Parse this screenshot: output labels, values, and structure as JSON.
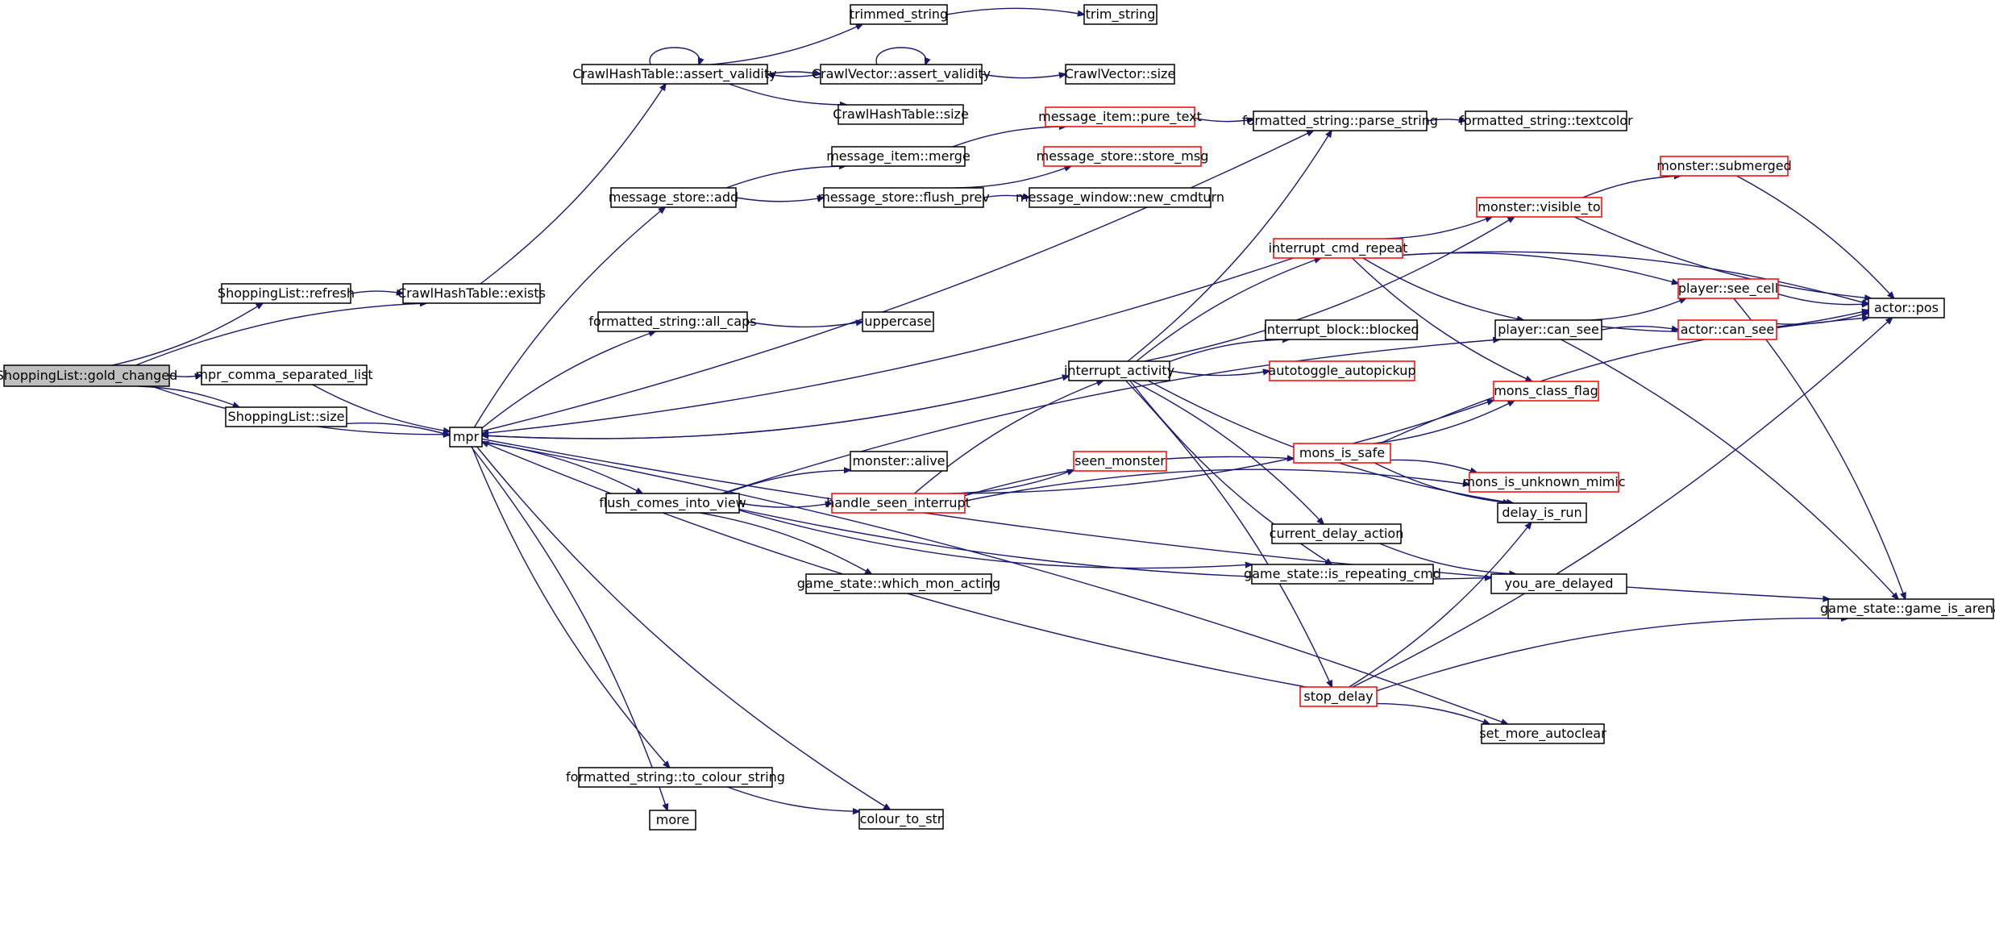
{
  "diagram": {
    "kind": "call-graph",
    "colors": {
      "edge": "#191970",
      "root_fill": "#bfbfbf",
      "border": "#000000",
      "warning_border": "#ff0000"
    },
    "nodes": [
      {
        "id": "gold_changed",
        "label": "ShoppingList::gold_changed",
        "style": "root"
      },
      {
        "id": "sl_refresh",
        "label": "ShoppingList::refresh",
        "style": "normal"
      },
      {
        "id": "mpr_csl",
        "label": "mpr_comma_separated_list",
        "style": "normal"
      },
      {
        "id": "sl_size",
        "label": "ShoppingList::size",
        "style": "normal"
      },
      {
        "id": "cht_exists",
        "label": "CrawlHashTable::exists",
        "style": "normal"
      },
      {
        "id": "mpr",
        "label": "mpr",
        "style": "normal"
      },
      {
        "id": "cht_assert",
        "label": "CrawlHashTable::assert_validity",
        "style": "normal"
      },
      {
        "id": "trimmed_string",
        "label": "trimmed_string",
        "style": "normal"
      },
      {
        "id": "trim_string",
        "label": "trim_string",
        "style": "normal"
      },
      {
        "id": "cv_assert",
        "label": "CrawlVector::assert_validity",
        "style": "normal"
      },
      {
        "id": "cv_size",
        "label": "CrawlVector::size",
        "style": "normal"
      },
      {
        "id": "cht_size",
        "label": "CrawlHashTable::size",
        "style": "normal"
      },
      {
        "id": "mi_pure_text",
        "label": "message_item::pure_text",
        "style": "red"
      },
      {
        "id": "fs_parse",
        "label": "formatted_string::parse_string",
        "style": "normal"
      },
      {
        "id": "fs_textcolor",
        "label": "formatted_string::textcolor",
        "style": "normal"
      },
      {
        "id": "mi_merge",
        "label": "message_item::merge",
        "style": "normal"
      },
      {
        "id": "ms_store_msg",
        "label": "message_store::store_msg",
        "style": "red"
      },
      {
        "id": "ms_add",
        "label": "message_store::add",
        "style": "normal"
      },
      {
        "id": "ms_flush_prev",
        "label": "message_store::flush_prev",
        "style": "normal"
      },
      {
        "id": "mw_new_cmdturn",
        "label": "message_window::new_cmdturn",
        "style": "normal"
      },
      {
        "id": "mon_submerged",
        "label": "monster::submerged",
        "style": "red"
      },
      {
        "id": "mon_visible_to",
        "label": "monster::visible_to",
        "style": "red"
      },
      {
        "id": "interrupt_cmd_repeat",
        "label": "interrupt_cmd_repeat",
        "style": "red"
      },
      {
        "id": "player_see_cell",
        "label": "player::see_cell",
        "style": "red"
      },
      {
        "id": "actor_pos",
        "label": "actor::pos",
        "style": "normal"
      },
      {
        "id": "fs_all_caps",
        "label": "formatted_string::all_caps",
        "style": "normal"
      },
      {
        "id": "uppercase",
        "label": "uppercase",
        "style": "normal"
      },
      {
        "id": "ib_blocked",
        "label": "interrupt_block::blocked",
        "style": "normal"
      },
      {
        "id": "player_can_see",
        "label": "player::can_see",
        "style": "normal"
      },
      {
        "id": "actor_can_see",
        "label": "actor::can_see",
        "style": "red"
      },
      {
        "id": "interrupt_activity",
        "label": "interrupt_activity",
        "style": "normal"
      },
      {
        "id": "autotoggle",
        "label": "autotoggle_autopickup",
        "style": "red"
      },
      {
        "id": "mons_class_flag",
        "label": "mons_class_flag",
        "style": "red"
      },
      {
        "id": "mon_alive",
        "label": "monster::alive",
        "style": "normal"
      },
      {
        "id": "mons_is_safe",
        "label": "mons_is_safe",
        "style": "red"
      },
      {
        "id": "seen_monster",
        "label": "seen_monster",
        "style": "red"
      },
      {
        "id": "mons_unknown_mimic",
        "label": "mons_is_unknown_mimic",
        "style": "red"
      },
      {
        "id": "flush_view",
        "label": "flush_comes_into_view",
        "style": "normal"
      },
      {
        "id": "handle_seen",
        "label": "handle_seen_interrupt",
        "style": "red"
      },
      {
        "id": "delay_is_run",
        "label": "delay_is_run",
        "style": "normal"
      },
      {
        "id": "current_delay",
        "label": "current_delay_action",
        "style": "normal"
      },
      {
        "id": "gs_which_mon",
        "label": "game_state::which_mon_acting",
        "style": "normal"
      },
      {
        "id": "gs_repeating",
        "label": "game_state::is_repeating_cmd",
        "style": "normal"
      },
      {
        "id": "you_are_delayed",
        "label": "you_are_delayed",
        "style": "normal"
      },
      {
        "id": "gs_arena",
        "label": "game_state::game_is_arena",
        "style": "normal"
      },
      {
        "id": "stop_delay",
        "label": "stop_delay",
        "style": "red"
      },
      {
        "id": "set_more",
        "label": "set_more_autoclear",
        "style": "normal"
      },
      {
        "id": "fs_colour",
        "label": "formatted_string::to_colour_string",
        "style": "normal"
      },
      {
        "id": "more",
        "label": "more",
        "style": "normal"
      },
      {
        "id": "colour_to_str",
        "label": "colour_to_str",
        "style": "normal"
      }
    ],
    "edges": [
      [
        "gold_changed",
        "sl_refresh"
      ],
      [
        "gold_changed",
        "cht_exists"
      ],
      [
        "gold_changed",
        "mpr_csl"
      ],
      [
        "gold_changed",
        "sl_size"
      ],
      [
        "gold_changed",
        "mpr"
      ],
      [
        "sl_refresh",
        "cht_exists"
      ],
      [
        "mpr_csl",
        "mpr"
      ],
      [
        "sl_size",
        "mpr"
      ],
      [
        "cht_exists",
        "cht_assert"
      ],
      [
        "cht_assert",
        "cht_assert"
      ],
      [
        "cht_assert",
        "trimmed_string"
      ],
      [
        "cht_assert",
        "cv_assert"
      ],
      [
        "cht_assert",
        "cht_size"
      ],
      [
        "trimmed_string",
        "trim_string"
      ],
      [
        "cv_assert",
        "cv_assert"
      ],
      [
        "cv_assert",
        "cht_assert"
      ],
      [
        "cv_assert",
        "cv_size"
      ],
      [
        "mpr",
        "ms_add"
      ],
      [
        "mpr",
        "fs_parse"
      ],
      [
        "mpr",
        "fs_all_caps"
      ],
      [
        "mpr",
        "interrupt_activity"
      ],
      [
        "mpr",
        "flush_view"
      ],
      [
        "mpr",
        "fs_colour"
      ],
      [
        "mpr",
        "more"
      ],
      [
        "mpr",
        "colour_to_str"
      ],
      [
        "mpr",
        "set_more"
      ],
      [
        "mpr",
        "gs_arena"
      ],
      [
        "ms_add",
        "mi_merge"
      ],
      [
        "ms_add",
        "ms_flush_prev"
      ],
      [
        "mi_merge",
        "mi_pure_text"
      ],
      [
        "mi_pure_text",
        "fs_parse"
      ],
      [
        "fs_parse",
        "fs_textcolor"
      ],
      [
        "ms_flush_prev",
        "ms_store_msg"
      ],
      [
        "ms_flush_prev",
        "mw_new_cmdturn"
      ],
      [
        "fs_all_caps",
        "uppercase"
      ],
      [
        "interrupt_activity",
        "mpr"
      ],
      [
        "interrupt_activity",
        "fs_parse"
      ],
      [
        "interrupt_activity",
        "interrupt_cmd_repeat"
      ],
      [
        "interrupt_activity",
        "mon_visible_to"
      ],
      [
        "interrupt_activity",
        "ib_blocked"
      ],
      [
        "interrupt_activity",
        "autotoggle"
      ],
      [
        "interrupt_activity",
        "current_delay"
      ],
      [
        "interrupt_activity",
        "gs_repeating"
      ],
      [
        "interrupt_activity",
        "stop_delay"
      ],
      [
        "interrupt_activity",
        "delay_is_run"
      ],
      [
        "interrupt_cmd_repeat",
        "mpr"
      ],
      [
        "interrupt_cmd_repeat",
        "mon_visible_to"
      ],
      [
        "interrupt_cmd_repeat",
        "player_see_cell"
      ],
      [
        "interrupt_cmd_repeat",
        "player_can_see"
      ],
      [
        "interrupt_cmd_repeat",
        "actor_pos"
      ],
      [
        "interrupt_cmd_repeat",
        "mons_class_flag"
      ],
      [
        "mon_visible_to",
        "mon_submerged"
      ],
      [
        "mon_visible_to",
        "actor_pos"
      ],
      [
        "mon_submerged",
        "actor_pos"
      ],
      [
        "player_can_see",
        "player_see_cell"
      ],
      [
        "player_can_see",
        "actor_can_see"
      ],
      [
        "player_can_see",
        "actor_pos"
      ],
      [
        "player_can_see",
        "gs_arena"
      ],
      [
        "player_see_cell",
        "actor_pos"
      ],
      [
        "player_see_cell",
        "gs_arena"
      ],
      [
        "actor_can_see",
        "actor_pos"
      ],
      [
        "flush_view",
        "mon_alive"
      ],
      [
        "flush_view",
        "handle_seen"
      ],
      [
        "flush_view",
        "gs_which_mon"
      ],
      [
        "flush_view",
        "gs_repeating"
      ],
      [
        "flush_view",
        "player_can_see"
      ],
      [
        "flush_view",
        "you_are_delayed"
      ],
      [
        "handle_seen",
        "interrupt_activity"
      ],
      [
        "handle_seen",
        "seen_monster"
      ],
      [
        "handle_seen",
        "mons_is_safe"
      ],
      [
        "handle_seen",
        "mons_class_flag"
      ],
      [
        "handle_seen",
        "mons_unknown_mimic"
      ],
      [
        "mons_is_safe",
        "mons_class_flag"
      ],
      [
        "mons_is_safe",
        "mons_unknown_mimic"
      ],
      [
        "mons_is_safe",
        "delay_is_run"
      ],
      [
        "mons_is_safe",
        "actor_pos"
      ],
      [
        "current_delay",
        "you_are_delayed"
      ],
      [
        "stop_delay",
        "mpr"
      ],
      [
        "stop_delay",
        "delay_is_run"
      ],
      [
        "stop_delay",
        "set_more"
      ],
      [
        "stop_delay",
        "actor_pos"
      ],
      [
        "stop_delay",
        "gs_arena"
      ],
      [
        "fs_colour",
        "colour_to_str"
      ]
    ]
  }
}
